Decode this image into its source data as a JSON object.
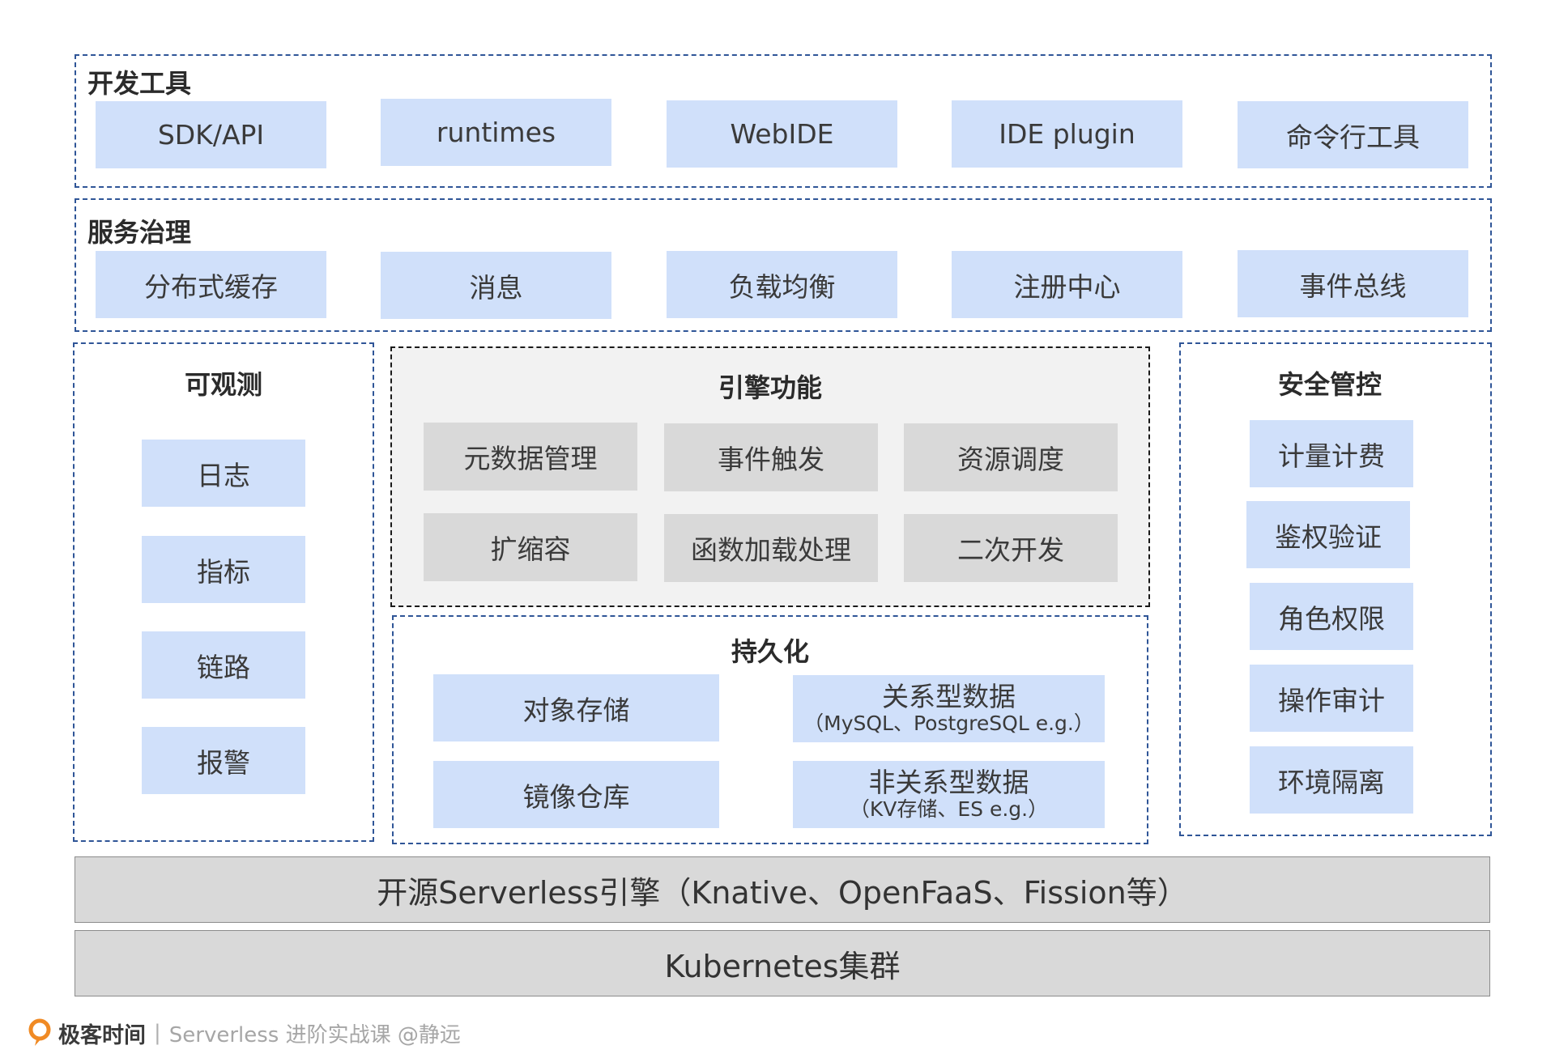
{
  "dev_tools": {
    "title": "开发工具",
    "items": [
      "SDK/API",
      "runtimes",
      "WebIDE",
      "IDE plugin",
      "命令行工具"
    ]
  },
  "service_governance": {
    "title": "服务治理",
    "items": [
      "分布式缓存",
      "消息",
      "负载均衡",
      "注册中心",
      "事件总线"
    ]
  },
  "observability": {
    "title": "可观测",
    "items": [
      "日志",
      "指标",
      "链路",
      "报警"
    ]
  },
  "engine": {
    "title": "引擎功能",
    "items": [
      "元数据管理",
      "事件触发",
      "资源调度",
      "扩缩容",
      "函数加载处理",
      "二次开发"
    ]
  },
  "persistence": {
    "title": "持久化",
    "object_storage": "对象存储",
    "image_repo": "镜像仓库",
    "relational": {
      "title": "关系型数据",
      "sub": "（MySQL、PostgreSQL e.g.）"
    },
    "nonrelational": {
      "title": "非关系型数据",
      "sub": "（KV存储、ES e.g.）"
    }
  },
  "security": {
    "title": "安全管控",
    "items": [
      "计量计费",
      "鉴权验证",
      "角色权限",
      "操作审计",
      "环境隔离"
    ]
  },
  "engine_layer": "开源Serverless引擎（Knative、OpenFaaS、Fission等）",
  "cluster_layer": "Kubernetes集群",
  "footer": {
    "brand": "极客时间",
    "separator": "|",
    "course": "Serverless 进阶实战课 @静远"
  },
  "colors": {
    "dash_blue": "#2f5597",
    "box_blue": "#d0e0fa",
    "box_grey": "#d9d9d9",
    "engine_bg": "#f2f2f2",
    "logo_orange": "#f08a24"
  }
}
